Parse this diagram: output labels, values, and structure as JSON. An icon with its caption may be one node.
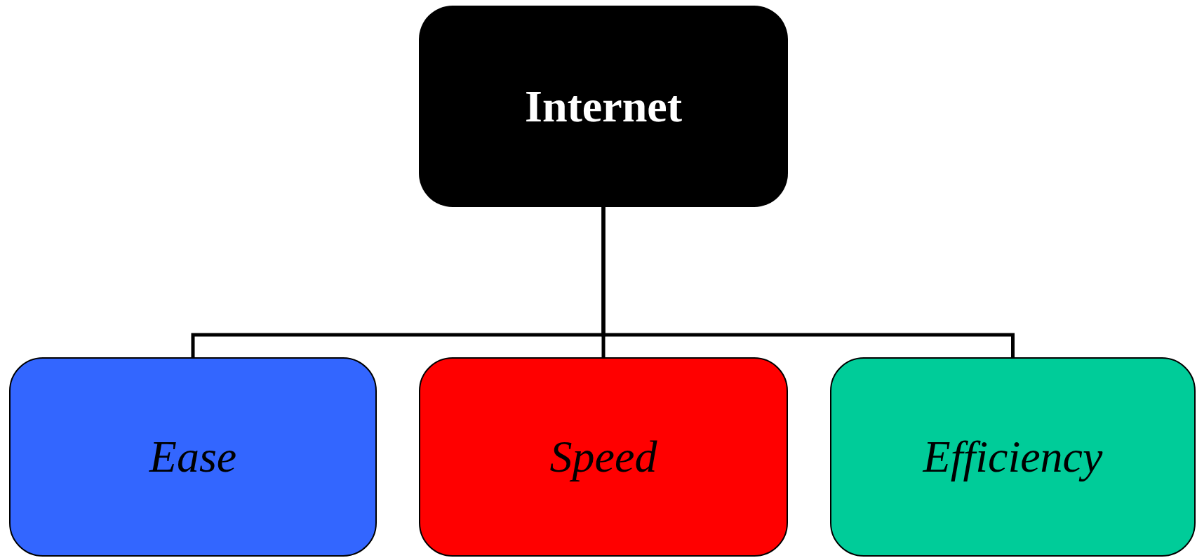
{
  "diagram": {
    "nodes": [
      {
        "text": [
          "Internet"
        ]
      },
      {
        "text": [
          "Ease"
        ]
      },
      {
        "text": [
          "Speed"
        ]
      },
      {
        "text": [
          "Efficiency"
        ]
      }
    ],
    "edges": [
      {
        "from": 0,
        "to": 1,
        "arrow": "none"
      },
      {
        "from": 0,
        "to": 2,
        "arrow": "none"
      },
      {
        "from": 0,
        "to": 3,
        "arrow": "none"
      }
    ]
  }
}
